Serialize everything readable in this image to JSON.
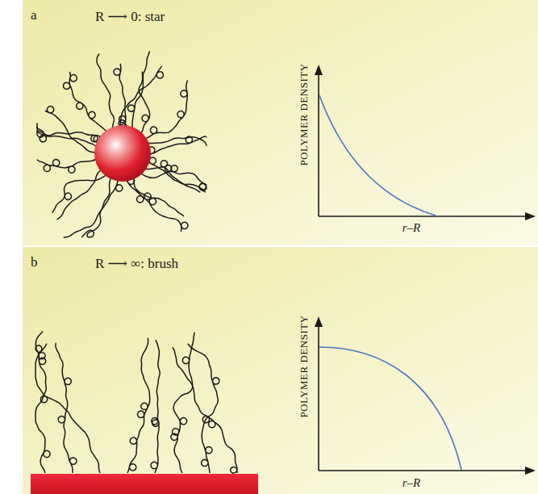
{
  "diagram": {
    "nodes": [
      {
        "text": [
          "a",
          "R ⟶ 0: star",
          "POLYMER DENSITY",
          "r–R"
        ]
      },
      {
        "text": [
          "b",
          "R ⟶ ∞: brush",
          "POLYMER DENSITY",
          "r–R"
        ]
      }
    ]
  }
}
